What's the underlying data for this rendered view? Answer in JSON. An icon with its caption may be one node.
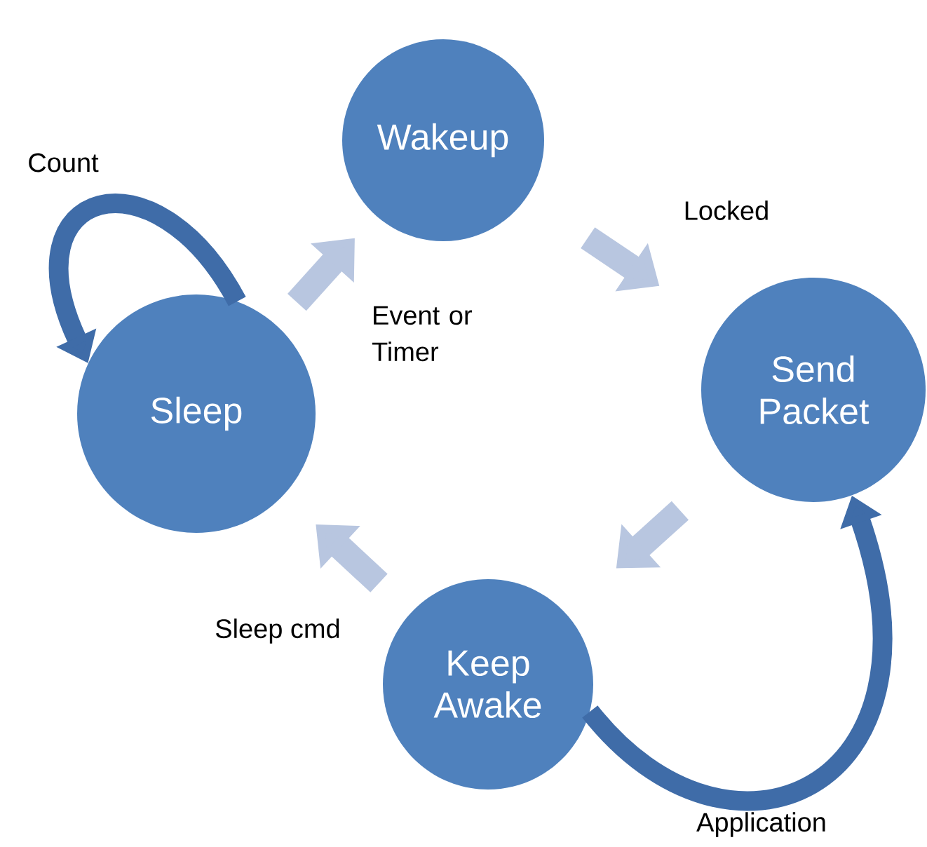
{
  "diagram": {
    "nodes": [
      {
        "text": [
          "Wakeup"
        ]
      },
      {
        "text": [
          "Send Packet"
        ]
      },
      {
        "text": [
          "Keep Awake"
        ]
      },
      {
        "text": [
          "Sleep"
        ]
      }
    ],
    "edges": [
      {
        "from": 3,
        "to": 0,
        "arrow": "to",
        "label": "Event or Timer"
      },
      {
        "from": 0,
        "to": 1,
        "arrow": "to",
        "label": "Locked"
      },
      {
        "from": 1,
        "to": 2,
        "arrow": "to"
      },
      {
        "from": 2,
        "to": 3,
        "arrow": "to",
        "label": "Sleep cmd"
      },
      {
        "from": 3,
        "to": 3,
        "arrow": "to",
        "label": "Count",
        "color": "#3f6ca8"
      },
      {
        "from": 2,
        "to": 1,
        "arrow": "to",
        "label": "Application",
        "color": "#3f6ca8"
      }
    ]
  }
}
